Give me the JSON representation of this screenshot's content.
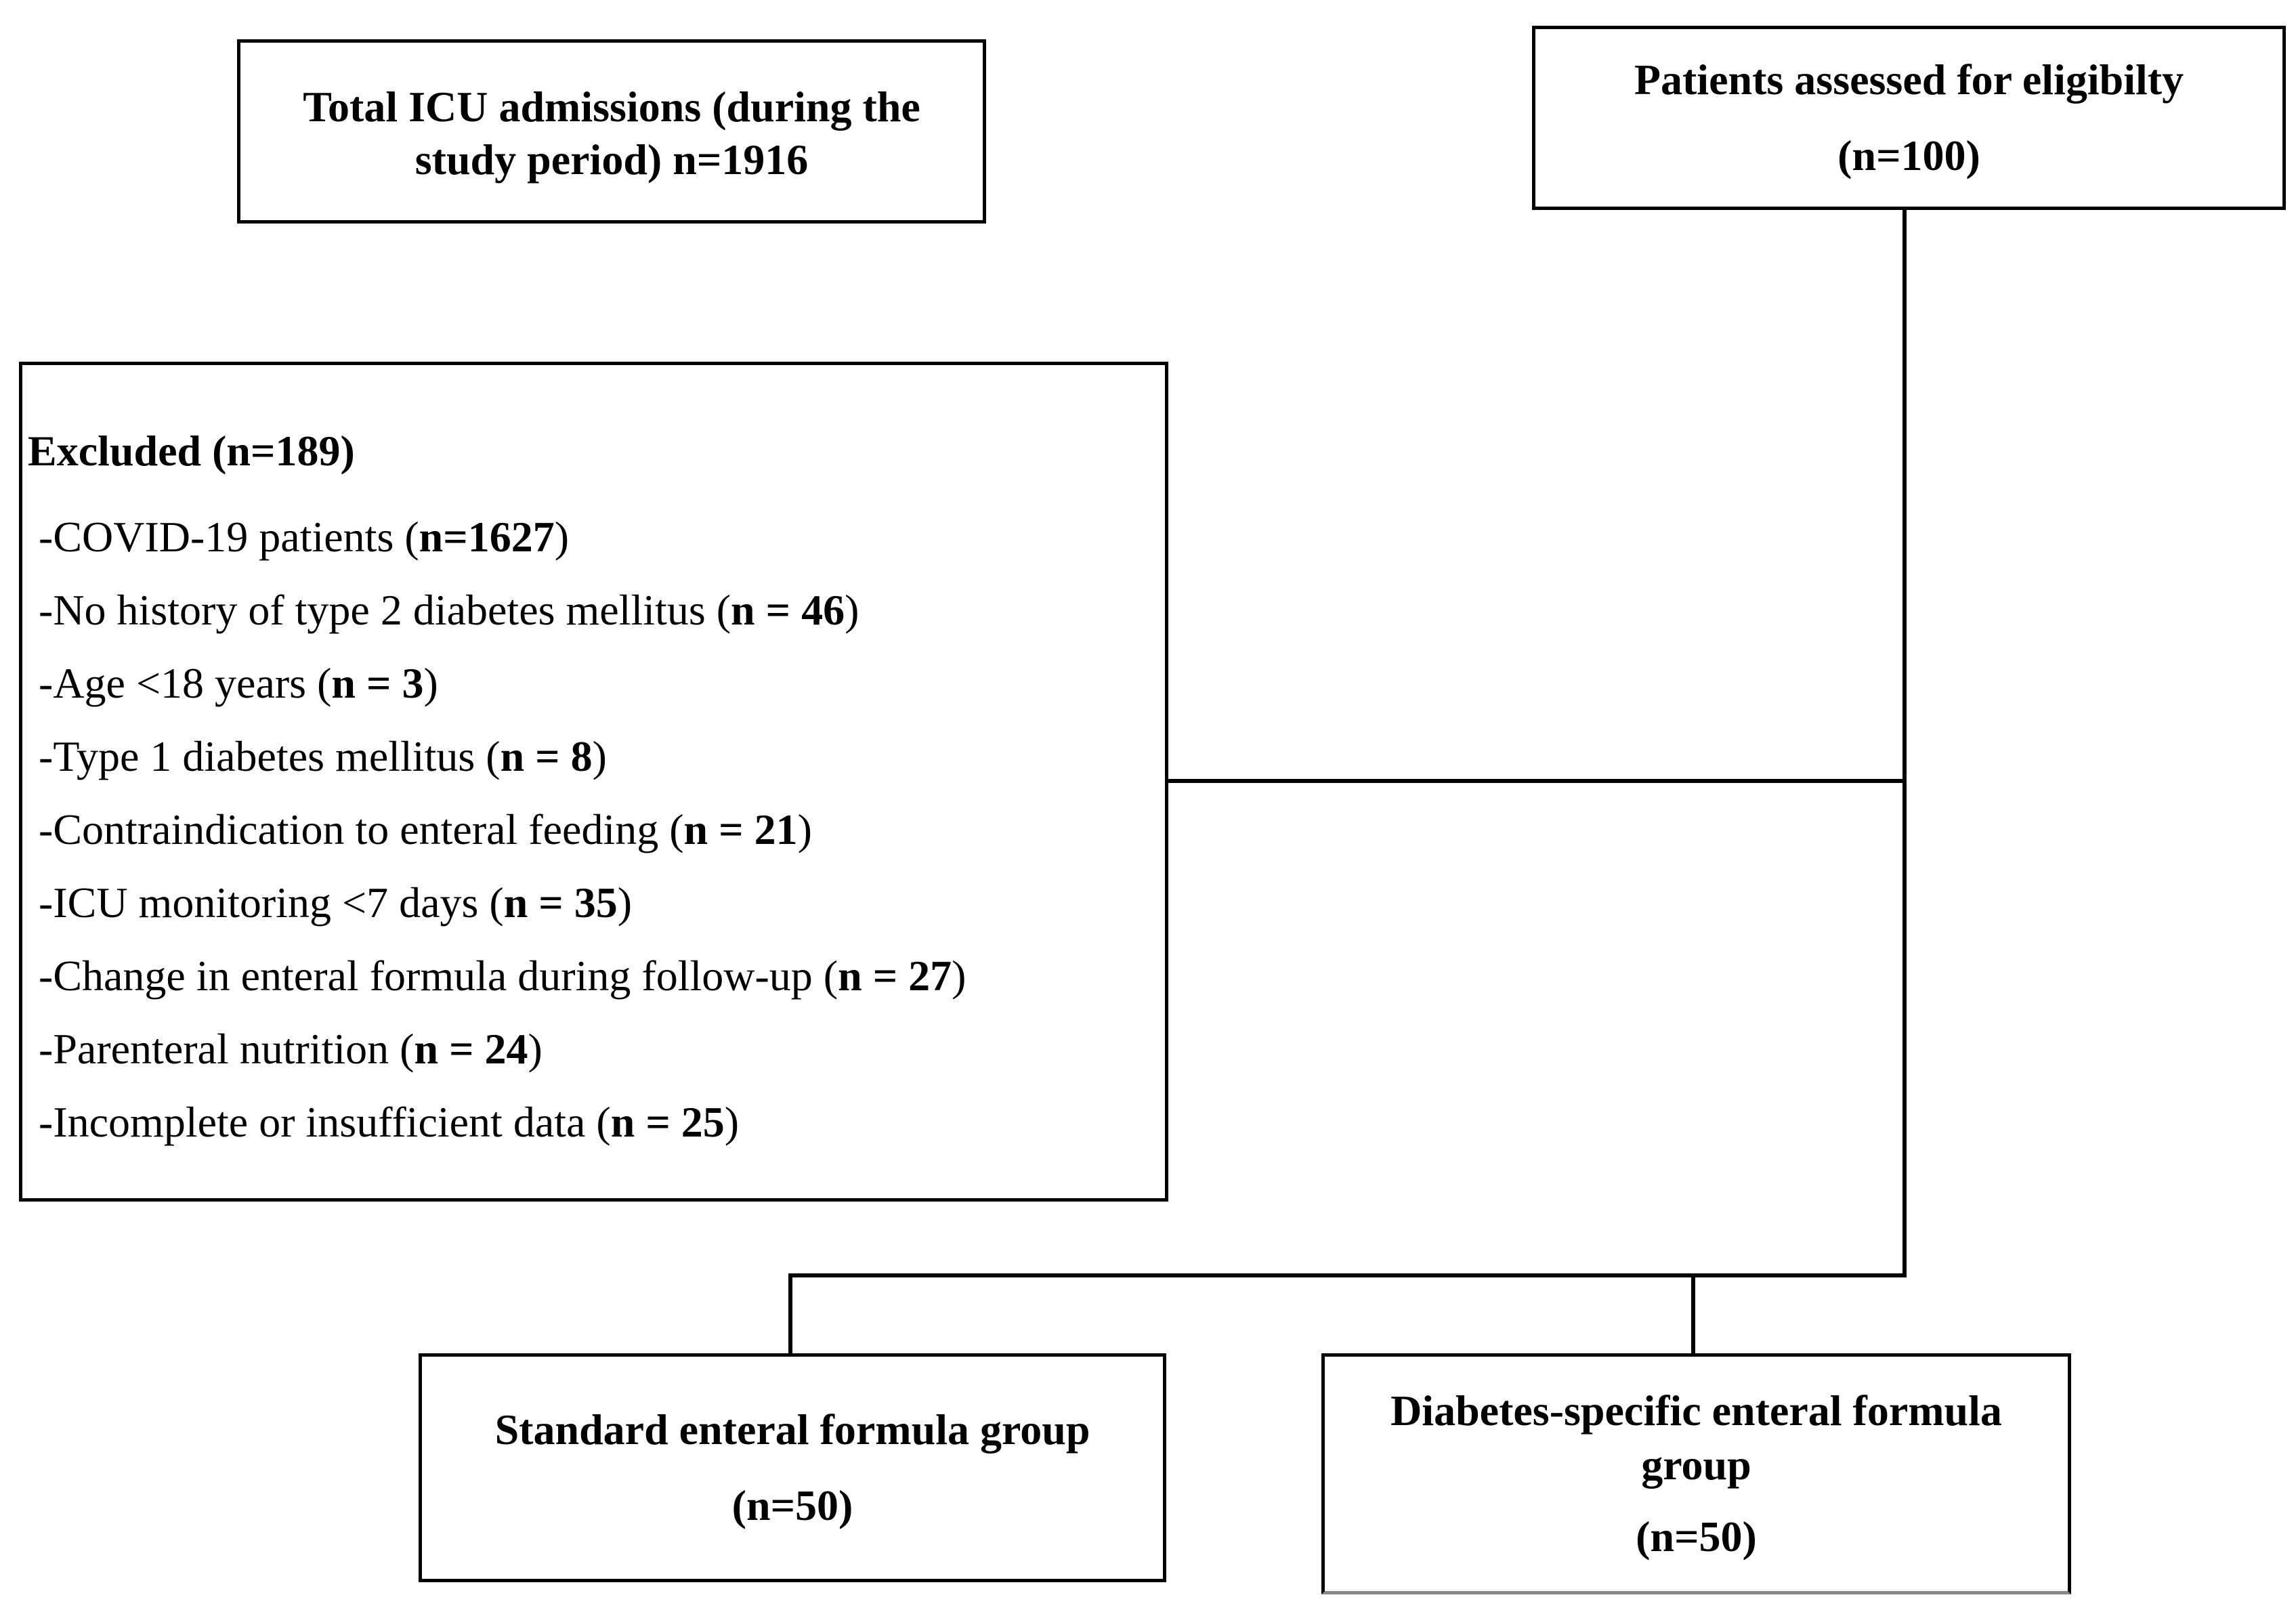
{
  "total_admissions": {
    "line1": "Total ICU admissions (during the",
    "line2": "study period) n=1916"
  },
  "eligibility": {
    "line1": "Patients assessed for eligibilty",
    "line2": "(n=100)"
  },
  "excluded": {
    "title": "Excluded (n=189)",
    "items": [
      {
        "text": "-COVID-19 patients (",
        "n": "n=1627",
        "close": ")"
      },
      {
        "text": "-No history of type 2 diabetes mellitus  (",
        "n": "n = 46",
        "close": ")"
      },
      {
        "text": "-Age <18 years (",
        "n": "n = 3",
        "close": ")"
      },
      {
        "text": "-Type 1 diabetes mellitus  (",
        "n": "n = 8",
        "close": ")"
      },
      {
        "text": "-Contraindication  to enteral  feeding (",
        "n": "n = 21",
        "close": ")"
      },
      {
        "text": "-ICU monitoring <7 days (",
        "n": "n = 35",
        "close": ")"
      },
      {
        "text": "-Change in enteral  formula  during follow-up (",
        "n": "n = 27",
        "close": ")"
      },
      {
        "text": "-Parenteral  nutrition  (",
        "n": "n = 24",
        "close": ")"
      },
      {
        "text": "-Incomplete or insufficient  data (",
        "n": "n = 25",
        "close": ")"
      }
    ]
  },
  "standard_group": {
    "line1": "Standard enteral formula group",
    "line2": "(n=50)"
  },
  "diabetes_group": {
    "line1": "Diabetes-specific enteral formula",
    "line2": "group",
    "line3": "(n=50)"
  }
}
